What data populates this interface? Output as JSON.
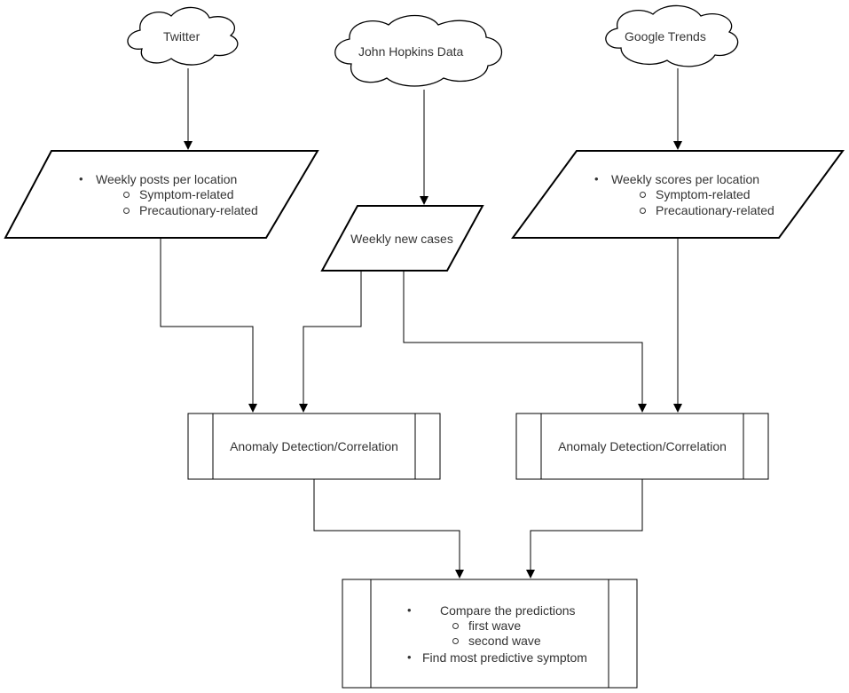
{
  "sources": {
    "twitter": "Twitter",
    "jhu": "John Hopkins Data",
    "google": "Google Trends"
  },
  "twitter_data": {
    "item": "Weekly posts per location",
    "subitems": [
      "Symptom-related",
      "Precautionary-related"
    ]
  },
  "jhu_data": {
    "label": "Weekly new cases"
  },
  "google_data": {
    "item": "Weekly scores per location",
    "subitems": [
      "Symptom-related",
      "Precautionary-related"
    ]
  },
  "process_left": "Anomaly Detection/Correlation",
  "process_right": "Anomaly Detection/Correlation",
  "final": {
    "item1": "Compare the predictions",
    "subitems": [
      "first wave",
      "second wave"
    ],
    "item2": "Find most predictive symptom"
  }
}
